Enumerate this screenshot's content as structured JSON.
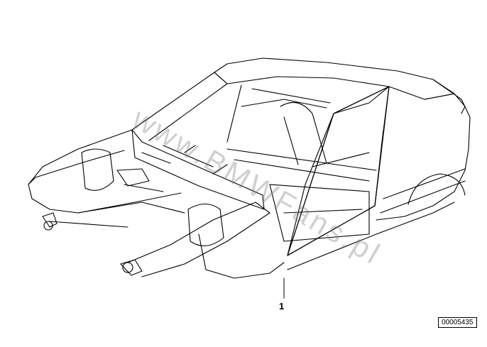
{
  "diagram": {
    "subject": "car-body-shell-line-drawing",
    "callout": {
      "label": "1"
    },
    "diagram_id": "00005435",
    "watermark": "www.BMWFans.pl"
  },
  "colors": {
    "line": "#000000",
    "background": "#ffffff"
  }
}
